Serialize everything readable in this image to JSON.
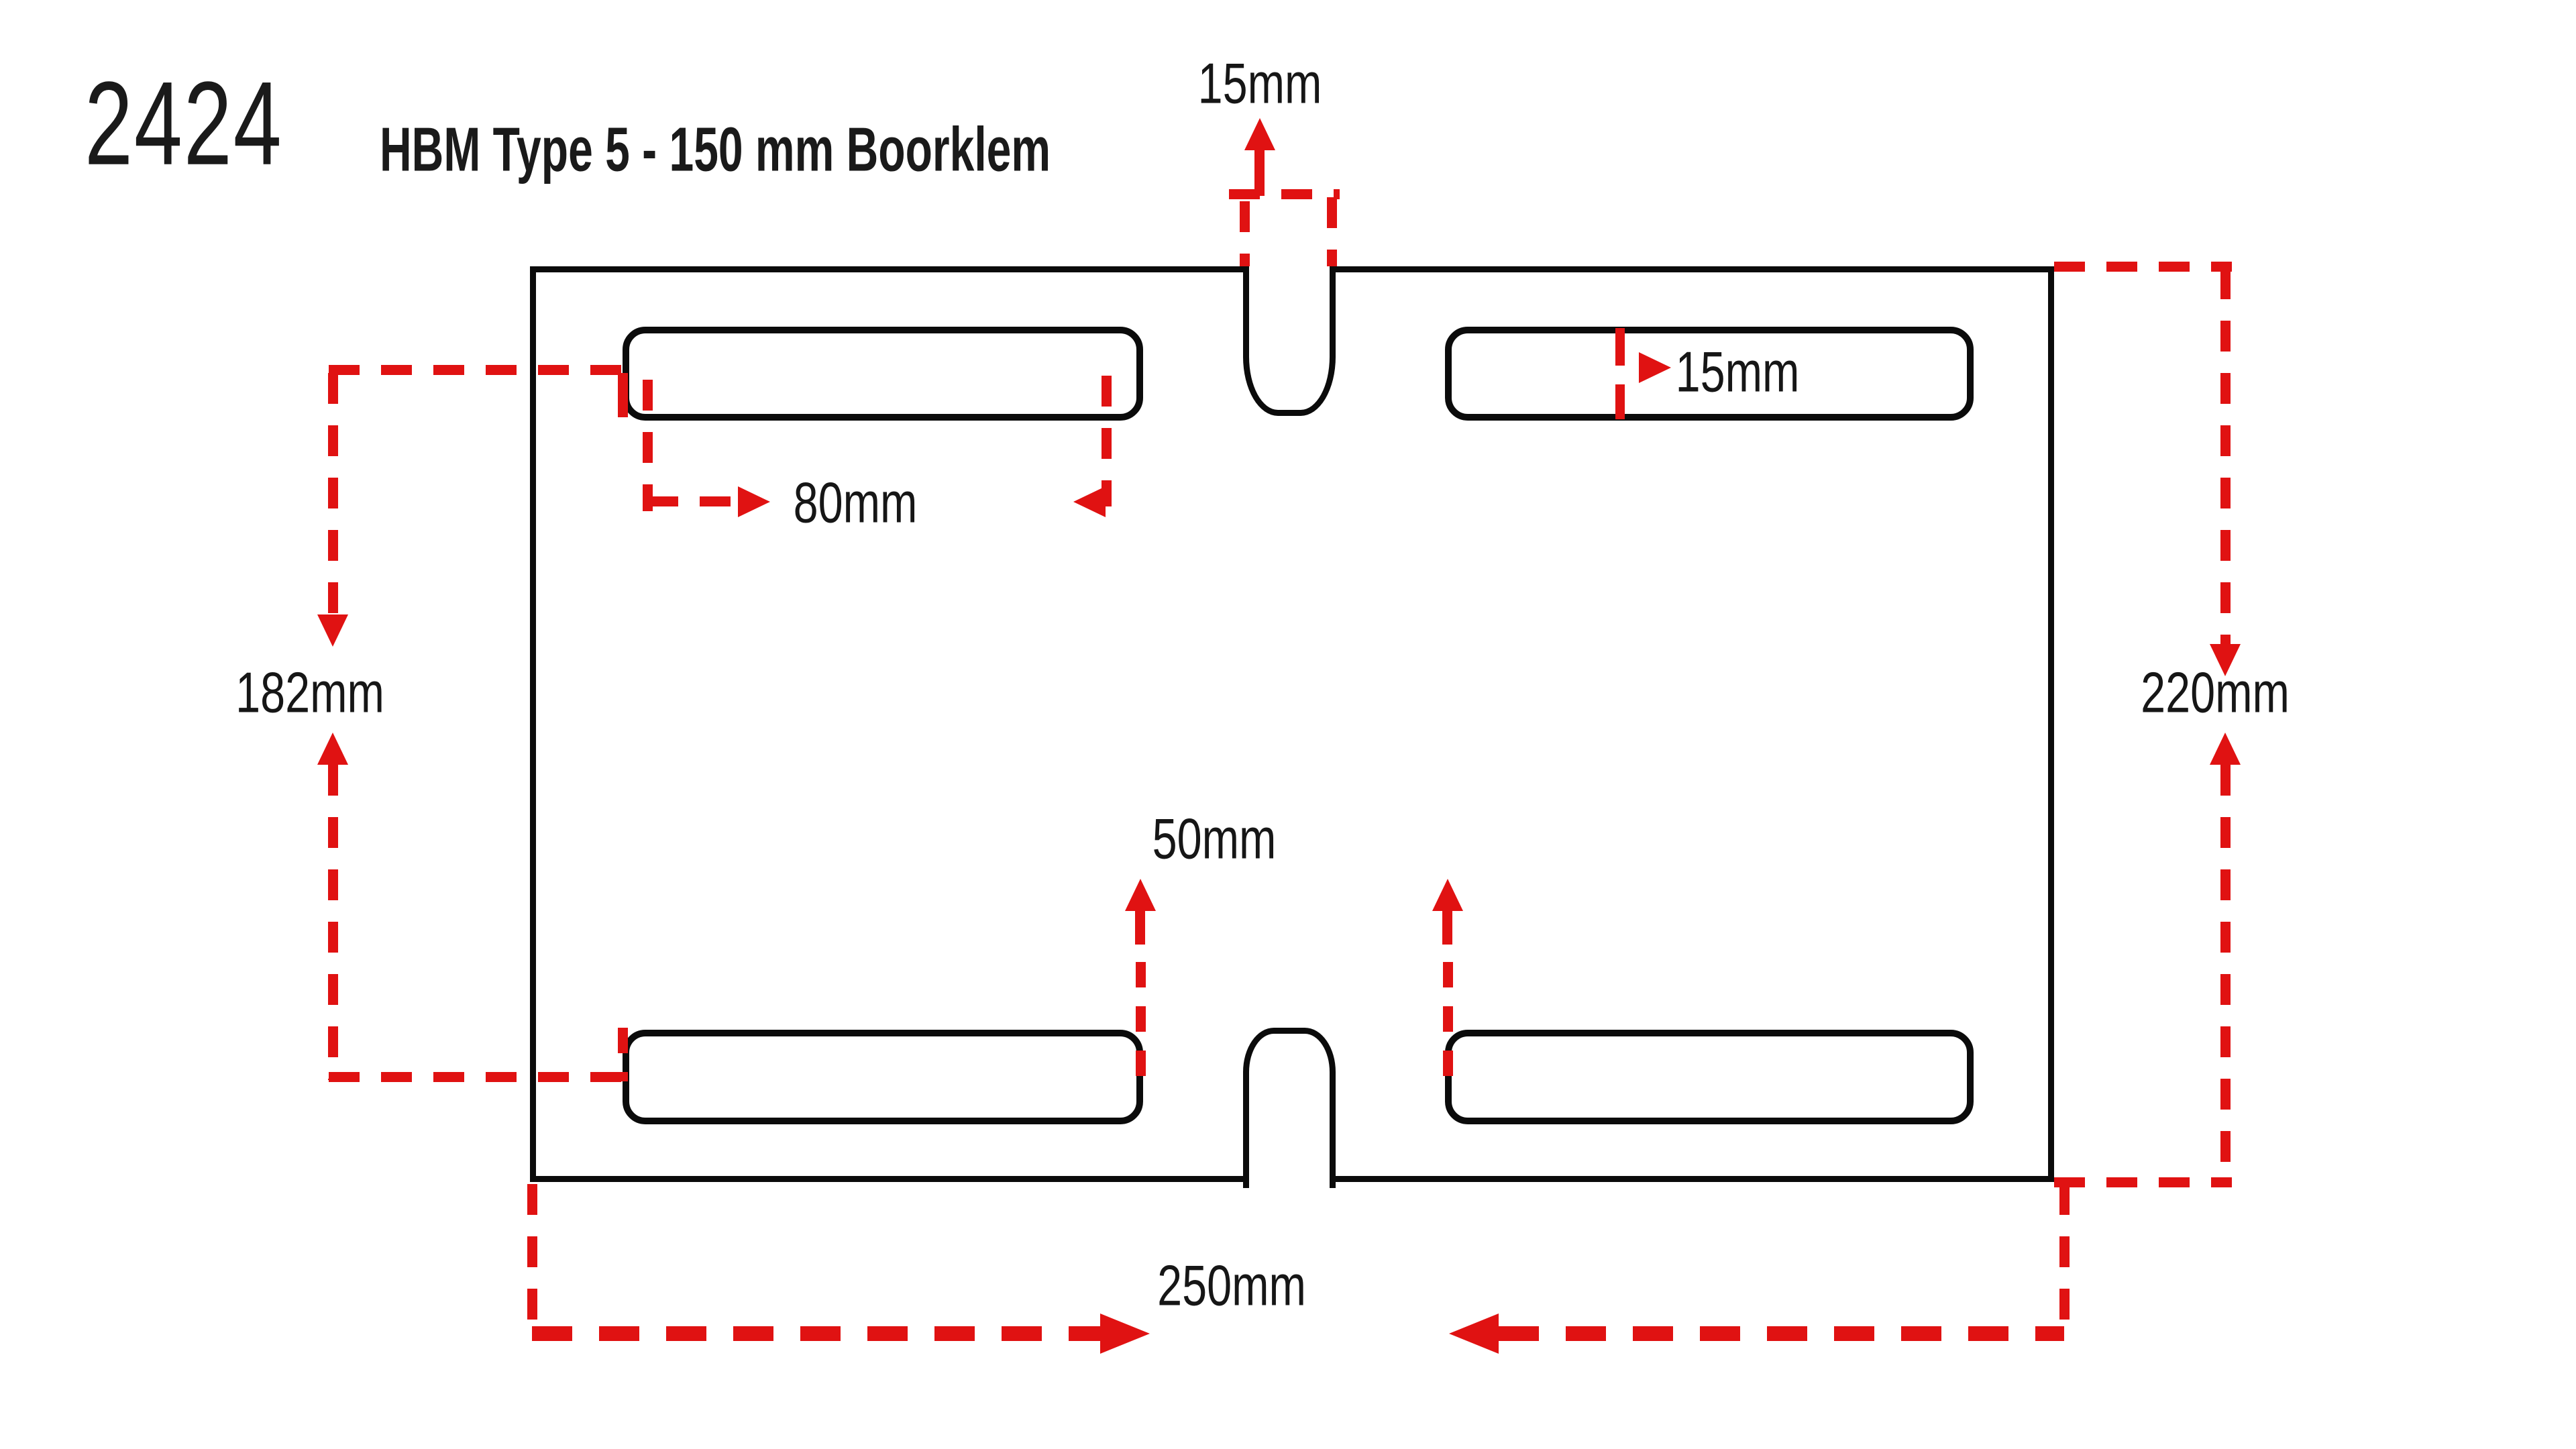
{
  "header": {
    "part_number": "2424",
    "title": "HBM Type 5 - 150 mm Boorklem"
  },
  "dimensions": {
    "notch_width": "15mm",
    "slot_width": "15mm",
    "slot_length": "80mm",
    "left_height": "182mm",
    "plate_height": "220mm",
    "slot_gap": "50mm",
    "plate_width": "250mm"
  },
  "colors": {
    "dimension_red": "#e01212",
    "outline_black": "#0b0b0b",
    "text": "#161616",
    "background": "#ffffff"
  }
}
